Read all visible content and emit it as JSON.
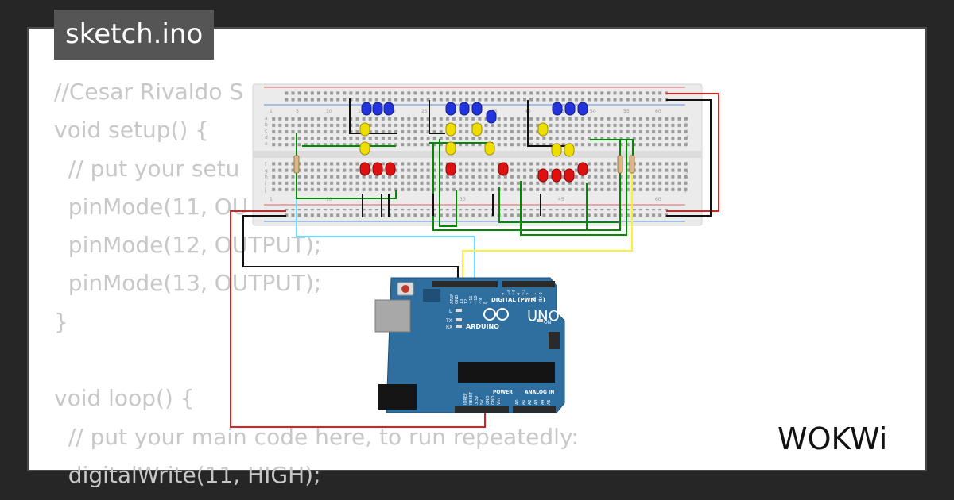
{
  "tab": {
    "filename": "sketch.ino"
  },
  "code": {
    "lines": [
      "//Cesar Rivaldo S",
      "void setup() {",
      "  // put your setu",
      "  pinMode(11, OU",
      "  pinMode(12, OUTPUT);",
      "  pinMode(13, OUTPUT);",
      "}",
      "",
      "void loop() {",
      "  // put your main code here, to run repeatedly:",
      "  digitalWrite(11, HIGH);"
    ]
  },
  "arduino": {
    "brand": "ARDUINO",
    "model": "UNO",
    "digital_label": "DIGITAL (PWM ~)",
    "power_label": "POWER",
    "analog_label": "ANALOG IN",
    "on_label": "ON",
    "l_label": "L",
    "tx_label": "TX",
    "rx_label": "RX",
    "top_pins": [
      "AREF",
      "GND",
      "13",
      "12",
      "~11",
      "~10",
      "~9",
      "8",
      "7",
      "~6",
      "~5",
      "4",
      "~3",
      "2",
      "TX 1",
      "RX 0"
    ],
    "power_pins": [
      "IOREF",
      "RESET",
      "3.3V",
      "5V",
      "GND",
      "GND",
      "Vin"
    ],
    "analog_pins": [
      "A0",
      "A1",
      "A2",
      "A3",
      "A4",
      "A5"
    ]
  },
  "breadboard": {
    "column_numbers": [
      "1",
      "5",
      "10",
      "15",
      "20",
      "25",
      "30",
      "35",
      "40",
      "45",
      "50",
      "55",
      "60"
    ],
    "row_letters_top": [
      "a",
      "b",
      "c",
      "d",
      "e"
    ],
    "row_letters_bottom": [
      "f",
      "g",
      "h",
      "i",
      "j"
    ]
  },
  "brand": {
    "logo_text": "WOKWi"
  },
  "colors": {
    "card_bg": "#ffffff",
    "page_bg": "#262626",
    "code_text": "#c8c8c8",
    "tab_bg": "#555555",
    "arduino_blue": "#2f6f9f",
    "breadboard": "#e9e9e9",
    "wire_green": "#008a00",
    "wire_red": "#e02020",
    "wire_cyan": "#66ddff",
    "wire_yellow": "#ffee33",
    "led_blue": "#2233dd",
    "led_yellow": "#eedd00",
    "led_red": "#dd1111"
  }
}
